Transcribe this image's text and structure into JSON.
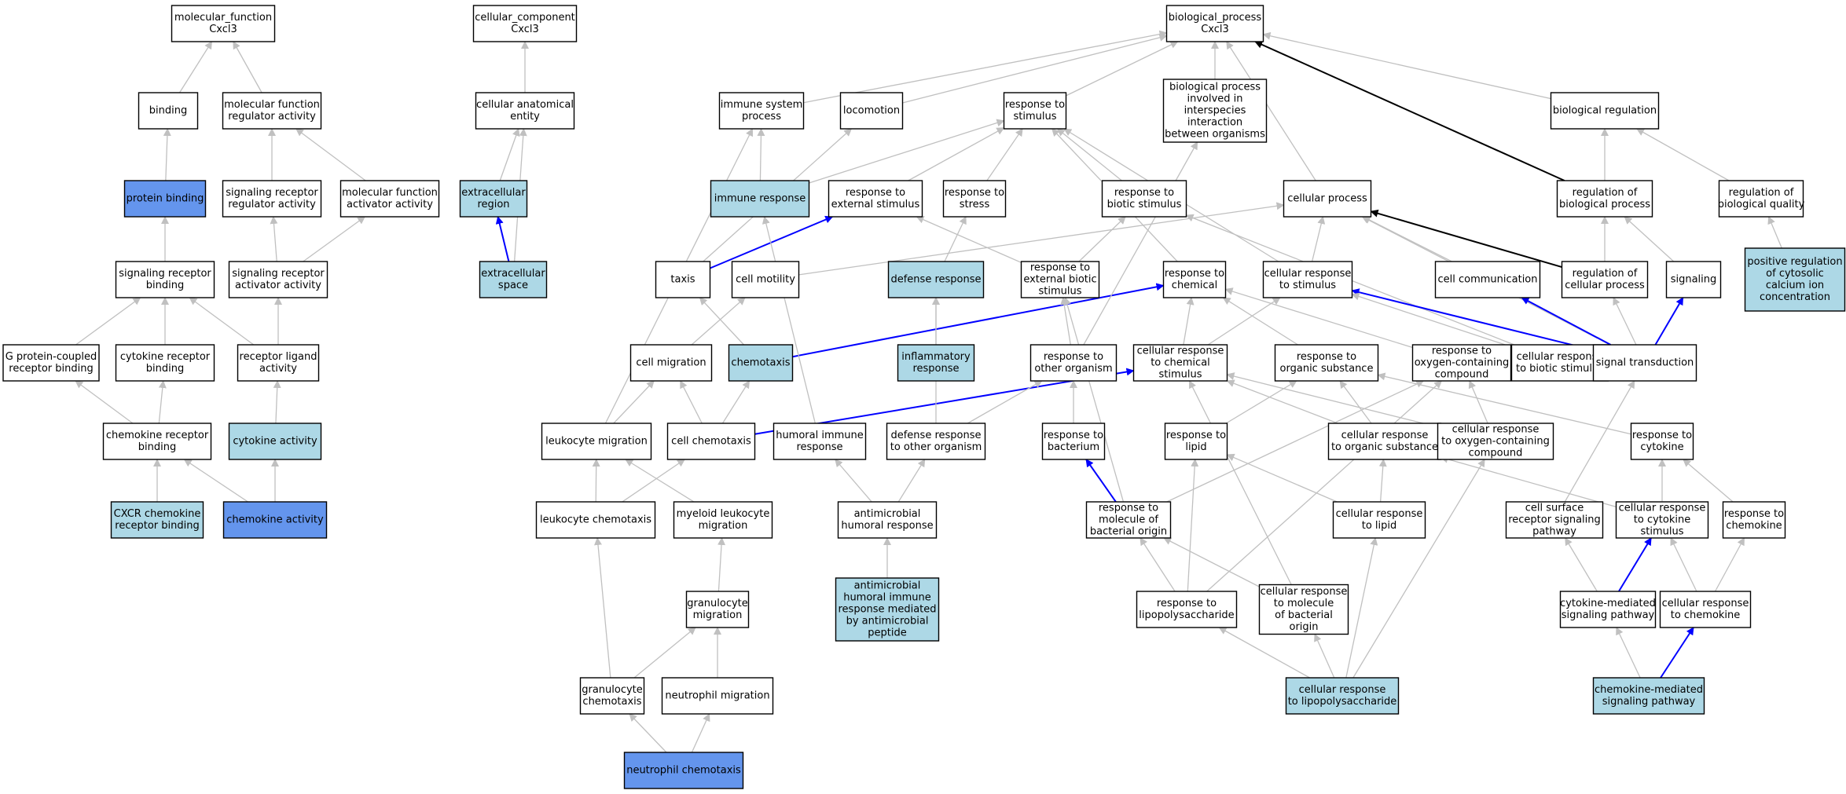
{
  "colors": {
    "plain": "#ffffff",
    "light": "#add8e6",
    "dark": "#6495ed",
    "edge_gray": "#c0c0c0",
    "edge_blue": "#0000ff",
    "edge_black": "#000000"
  },
  "nodes": {
    "mf": {
      "lines": [
        "molecular_function",
        "Cxcl3"
      ],
      "fill": "plain"
    },
    "cc": {
      "lines": [
        "cellular_component",
        "Cxcl3"
      ],
      "fill": "plain"
    },
    "bp": {
      "lines": [
        "biological_process",
        "Cxcl3"
      ],
      "fill": "plain"
    },
    "binding": {
      "lines": [
        "binding"
      ],
      "fill": "plain"
    },
    "mfra": {
      "lines": [
        "molecular function",
        "regulator activity"
      ],
      "fill": "plain"
    },
    "cae": {
      "lines": [
        "cellular anatomical",
        "entity"
      ],
      "fill": "plain"
    },
    "isp": {
      "lines": [
        "immune system",
        "process"
      ],
      "fill": "plain"
    },
    "loco": {
      "lines": [
        "locomotion"
      ],
      "fill": "plain"
    },
    "rts": {
      "lines": [
        "response to",
        "stimulus"
      ],
      "fill": "plain"
    },
    "bpii": {
      "lines": [
        "biological process",
        "involved in",
        "interspecies",
        "interaction",
        "between organisms"
      ],
      "fill": "plain"
    },
    "breg": {
      "lines": [
        "biological regulation"
      ],
      "fill": "plain"
    },
    "pb": {
      "lines": [
        "protein binding"
      ],
      "fill": "dark"
    },
    "srra": {
      "lines": [
        "signaling receptor",
        "regulator activity"
      ],
      "fill": "plain"
    },
    "mfaa": {
      "lines": [
        "molecular function",
        "activator activity"
      ],
      "fill": "plain"
    },
    "exr": {
      "lines": [
        "extracellular",
        "region"
      ],
      "fill": "light"
    },
    "ir": {
      "lines": [
        "immune response"
      ],
      "fill": "light"
    },
    "rtes": {
      "lines": [
        "response to",
        "external stimulus"
      ],
      "fill": "plain"
    },
    "rtstr": {
      "lines": [
        "response to",
        "stress"
      ],
      "fill": "plain"
    },
    "rtbs": {
      "lines": [
        "response to",
        "biotic stimulus"
      ],
      "fill": "plain"
    },
    "cp": {
      "lines": [
        "cellular process"
      ],
      "fill": "plain"
    },
    "rbp": {
      "lines": [
        "regulation of",
        "biological process"
      ],
      "fill": "plain"
    },
    "rbq": {
      "lines": [
        "regulation of",
        "biological quality"
      ],
      "fill": "plain"
    },
    "srb": {
      "lines": [
        "signaling receptor",
        "binding"
      ],
      "fill": "plain"
    },
    "sraa": {
      "lines": [
        "signaling receptor",
        "activator activity"
      ],
      "fill": "plain"
    },
    "exs": {
      "lines": [
        "extracellular",
        "space"
      ],
      "fill": "light"
    },
    "taxis": {
      "lines": [
        "taxis"
      ],
      "fill": "plain"
    },
    "cm": {
      "lines": [
        "cell motility"
      ],
      "fill": "plain"
    },
    "dr": {
      "lines": [
        "defense response"
      ],
      "fill": "light"
    },
    "rtebs": {
      "lines": [
        "response to",
        "external biotic",
        "stimulus"
      ],
      "fill": "plain"
    },
    "rtc": {
      "lines": [
        "response to",
        "chemical"
      ],
      "fill": "plain"
    },
    "crts": {
      "lines": [
        "cellular response",
        "to stimulus"
      ],
      "fill": "plain"
    },
    "cc2": {
      "lines": [
        "cell communication"
      ],
      "fill": "plain"
    },
    "rcp": {
      "lines": [
        "regulation of",
        "cellular process"
      ],
      "fill": "plain"
    },
    "sig": {
      "lines": [
        "signaling"
      ],
      "fill": "plain"
    },
    "prcc": {
      "lines": [
        "positive regulation",
        "of cytosolic",
        "calcium ion",
        "concentration"
      ],
      "fill": "light"
    },
    "gpcrb": {
      "lines": [
        "G protein-coupled",
        "receptor binding"
      ],
      "fill": "plain"
    },
    "crb": {
      "lines": [
        "cytokine receptor",
        "binding"
      ],
      "fill": "plain"
    },
    "rla": {
      "lines": [
        "receptor ligand",
        "activity"
      ],
      "fill": "plain"
    },
    "cmig": {
      "lines": [
        "cell migration"
      ],
      "fill": "plain"
    },
    "chemo": {
      "lines": [
        "chemotaxis"
      ],
      "fill": "light"
    },
    "inf": {
      "lines": [
        "inflammatory",
        "response"
      ],
      "fill": "light"
    },
    "rtoo": {
      "lines": [
        "response to",
        "other organism"
      ],
      "fill": "plain"
    },
    "crcs": {
      "lines": [
        "cellular response",
        "to chemical",
        "stimulus"
      ],
      "fill": "plain"
    },
    "rtos": {
      "lines": [
        "response to",
        "organic substance"
      ],
      "fill": "plain"
    },
    "rtocc": {
      "lines": [
        "response to",
        "oxygen-containing",
        "compound"
      ],
      "fill": "plain"
    },
    "crbs": {
      "lines": [
        "cellular response",
        "to biotic stimulus"
      ],
      "fill": "plain"
    },
    "st": {
      "lines": [
        "signal transduction"
      ],
      "fill": "plain"
    },
    "ckrb": {
      "lines": [
        "chemokine receptor",
        "binding"
      ],
      "fill": "plain"
    },
    "cyta": {
      "lines": [
        "cytokine activity"
      ],
      "fill": "light"
    },
    "lm": {
      "lines": [
        "leukocyte migration"
      ],
      "fill": "plain"
    },
    "cct": {
      "lines": [
        "cell chemotaxis"
      ],
      "fill": "plain"
    },
    "hir": {
      "lines": [
        "humoral immune",
        "response"
      ],
      "fill": "plain"
    },
    "drtoo": {
      "lines": [
        "defense response",
        "to other organism"
      ],
      "fill": "plain"
    },
    "rtb": {
      "lines": [
        "response to",
        "bacterium"
      ],
      "fill": "plain"
    },
    "rtl": {
      "lines": [
        "response to",
        "lipid"
      ],
      "fill": "plain"
    },
    "crtos": {
      "lines": [
        "cellular response",
        "to organic substance"
      ],
      "fill": "plain"
    },
    "crocc": {
      "lines": [
        "cellular response",
        "to oxygen-containing",
        "compound"
      ],
      "fill": "plain"
    },
    "rtcyt": {
      "lines": [
        "response to",
        "cytokine"
      ],
      "fill": "plain"
    },
    "cxcrb": {
      "lines": [
        "CXCR chemokine",
        "receptor binding"
      ],
      "fill": "light"
    },
    "cka": {
      "lines": [
        "chemokine activity"
      ],
      "fill": "dark"
    },
    "lct": {
      "lines": [
        "leukocyte chemotaxis"
      ],
      "fill": "plain"
    },
    "mlm": {
      "lines": [
        "myeloid leukocyte",
        "migration"
      ],
      "fill": "plain"
    },
    "ahr": {
      "lines": [
        "antimicrobial",
        "humoral response"
      ],
      "fill": "plain"
    },
    "rtmbo": {
      "lines": [
        "response to",
        "molecule of",
        "bacterial origin"
      ],
      "fill": "plain"
    },
    "crtl": {
      "lines": [
        "cellular response",
        "to lipid"
      ],
      "fill": "plain"
    },
    "csrsp": {
      "lines": [
        "cell surface",
        "receptor signaling",
        "pathway"
      ],
      "fill": "plain"
    },
    "crtcs": {
      "lines": [
        "cellular response",
        "to cytokine",
        "stimulus"
      ],
      "fill": "plain"
    },
    "rtchk": {
      "lines": [
        "response to",
        "chemokine"
      ],
      "fill": "plain"
    },
    "gm": {
      "lines": [
        "granulocyte",
        "migration"
      ],
      "fill": "plain"
    },
    "ahrmap": {
      "lines": [
        "antimicrobial",
        "humoral immune",
        "response mediated",
        "by antimicrobial",
        "peptide"
      ],
      "fill": "light"
    },
    "rtlps": {
      "lines": [
        "response to",
        "lipopolysaccharide"
      ],
      "fill": "plain"
    },
    "crtmbo": {
      "lines": [
        "cellular response",
        "to molecule",
        "of bacterial",
        "origin"
      ],
      "fill": "plain"
    },
    "cmsp": {
      "lines": [
        "cytokine-mediated",
        "signaling pathway"
      ],
      "fill": "plain"
    },
    "crtchk": {
      "lines": [
        "cellular response",
        "to chemokine"
      ],
      "fill": "plain"
    },
    "gct": {
      "lines": [
        "granulocyte",
        "chemotaxis"
      ],
      "fill": "plain"
    },
    "nm": {
      "lines": [
        "neutrophil migration"
      ],
      "fill": "plain"
    },
    "crtlps": {
      "lines": [
        "cellular response",
        "to lipopolysaccharide"
      ],
      "fill": "light"
    },
    "chmsp": {
      "lines": [
        "chemokine-mediated",
        "signaling pathway"
      ],
      "fill": "light"
    },
    "nct": {
      "lines": [
        "neutrophil chemotaxis"
      ],
      "fill": "dark"
    }
  },
  "edges": [
    [
      "binding",
      "mf",
      "gray"
    ],
    [
      "mfra",
      "mf",
      "gray"
    ],
    [
      "pb",
      "binding",
      "gray"
    ],
    [
      "srra",
      "mfra",
      "gray"
    ],
    [
      "mfaa",
      "mfra",
      "gray"
    ],
    [
      "srb",
      "pb",
      "gray"
    ],
    [
      "sraa",
      "srra",
      "gray"
    ],
    [
      "sraa",
      "mfaa",
      "gray"
    ],
    [
      "gpcrb",
      "srb",
      "gray"
    ],
    [
      "crb",
      "srb",
      "gray"
    ],
    [
      "rla",
      "srb",
      "gray"
    ],
    [
      "rla",
      "sraa",
      "gray"
    ],
    [
      "ckrb",
      "gpcrb",
      "gray"
    ],
    [
      "ckrb",
      "crb",
      "gray"
    ],
    [
      "cyta",
      "rla",
      "gray"
    ],
    [
      "cxcrb",
      "ckrb",
      "gray"
    ],
    [
      "cka",
      "ckrb",
      "gray"
    ],
    [
      "cka",
      "cyta",
      "gray"
    ],
    [
      "cae",
      "cc",
      "gray"
    ],
    [
      "exr",
      "cae",
      "gray"
    ],
    [
      "exs",
      "cae",
      "gray"
    ],
    [
      "exs",
      "exr",
      "blue"
    ],
    [
      "isp",
      "bp",
      "gray"
    ],
    [
      "loco",
      "bp",
      "gray"
    ],
    [
      "rts",
      "bp",
      "gray"
    ],
    [
      "bpii",
      "bp",
      "gray"
    ],
    [
      "cp",
      "bp",
      "gray"
    ],
    [
      "breg",
      "bp",
      "gray"
    ],
    [
      "rbp",
      "bp",
      "black"
    ],
    [
      "ir",
      "isp",
      "gray"
    ],
    [
      "ir",
      "rts",
      "gray"
    ],
    [
      "rtes",
      "rts",
      "gray"
    ],
    [
      "rtstr",
      "rts",
      "gray"
    ],
    [
      "rtbs",
      "rts",
      "gray"
    ],
    [
      "rtc",
      "rts",
      "gray"
    ],
    [
      "crts",
      "rts",
      "gray"
    ],
    [
      "rbp",
      "breg",
      "gray"
    ],
    [
      "rbq",
      "breg",
      "gray"
    ],
    [
      "rcp",
      "cp",
      "black"
    ],
    [
      "rcp",
      "rbp",
      "gray"
    ],
    [
      "sig",
      "rbp",
      "gray"
    ],
    [
      "cc2",
      "cp",
      "gray"
    ],
    [
      "crts",
      "cp",
      "gray"
    ],
    [
      "st",
      "cp",
      "gray"
    ],
    [
      "cm",
      "cp",
      "gray"
    ],
    [
      "prcc",
      "rbq",
      "gray"
    ],
    [
      "taxis",
      "loco",
      "gray"
    ],
    [
      "taxis",
      "rtes",
      "blue"
    ],
    [
      "rtebs",
      "rtes",
      "gray"
    ],
    [
      "rtebs",
      "rtbs",
      "gray"
    ],
    [
      "dr",
      "rtstr",
      "gray"
    ],
    [
      "crbs",
      "rtbs",
      "gray"
    ],
    [
      "st",
      "cc2",
      "blue"
    ],
    [
      "st",
      "rcp",
      "gray"
    ],
    [
      "st",
      "sig",
      "blue"
    ],
    [
      "st",
      "crts",
      "blue"
    ],
    [
      "chemo",
      "taxis",
      "gray"
    ],
    [
      "chemo",
      "rtc",
      "blue"
    ],
    [
      "cmig",
      "cm",
      "gray"
    ],
    [
      "inf",
      "dr",
      "gray"
    ],
    [
      "rtoo",
      "rtebs",
      "gray"
    ],
    [
      "rtoo",
      "bpii",
      "gray"
    ],
    [
      "crcs",
      "rtc",
      "gray"
    ],
    [
      "crcs",
      "crts",
      "gray"
    ],
    [
      "rtos",
      "rtc",
      "gray"
    ],
    [
      "rtocc",
      "rtc",
      "gray"
    ],
    [
      "crbs",
      "crts",
      "gray"
    ],
    [
      "lm",
      "isp",
      "gray"
    ],
    [
      "lm",
      "cmig",
      "gray"
    ],
    [
      "cct",
      "cmig",
      "gray"
    ],
    [
      "cct",
      "chemo",
      "gray"
    ],
    [
      "cct",
      "crcs",
      "blue"
    ],
    [
      "hir",
      "ir",
      "gray"
    ],
    [
      "drtoo",
      "dr",
      "gray"
    ],
    [
      "drtoo",
      "rtoo",
      "gray"
    ],
    [
      "rtb",
      "rtoo",
      "gray"
    ],
    [
      "rtl",
      "rtos",
      "gray"
    ],
    [
      "crtos",
      "crcs",
      "gray"
    ],
    [
      "crtos",
      "rtos",
      "gray"
    ],
    [
      "crocc",
      "crcs",
      "gray"
    ],
    [
      "crocc",
      "rtocc",
      "gray"
    ],
    [
      "rtcyt",
      "rtos",
      "gray"
    ],
    [
      "lct",
      "lm",
      "gray"
    ],
    [
      "lct",
      "cct",
      "gray"
    ],
    [
      "mlm",
      "lm",
      "gray"
    ],
    [
      "ahr",
      "hir",
      "gray"
    ],
    [
      "ahr",
      "drtoo",
      "gray"
    ],
    [
      "rtmbo",
      "rtb",
      "blue"
    ],
    [
      "rtmbo",
      "rtebs",
      "gray"
    ],
    [
      "rtmbo",
      "rtocc",
      "gray"
    ],
    [
      "crtl",
      "rtl",
      "gray"
    ],
    [
      "crtl",
      "crtos",
      "gray"
    ],
    [
      "csrsp",
      "st",
      "gray"
    ],
    [
      "crtcs",
      "rtcyt",
      "gray"
    ],
    [
      "crtcs",
      "crtos",
      "gray"
    ],
    [
      "rtchk",
      "rtcyt",
      "gray"
    ],
    [
      "gm",
      "mlm",
      "gray"
    ],
    [
      "ahrmap",
      "ahr",
      "gray"
    ],
    [
      "rtlps",
      "rtmbo",
      "gray"
    ],
    [
      "rtlps",
      "rtl",
      "gray"
    ],
    [
      "rtlps",
      "rtocc",
      "gray"
    ],
    [
      "crtmbo",
      "rtmbo",
      "gray"
    ],
    [
      "crtmbo",
      "crcs",
      "gray"
    ],
    [
      "cmsp",
      "csrsp",
      "gray"
    ],
    [
      "cmsp",
      "crtcs",
      "blue"
    ],
    [
      "crtchk",
      "crtcs",
      "gray"
    ],
    [
      "crtchk",
      "rtchk",
      "gray"
    ],
    [
      "gct",
      "lct",
      "gray"
    ],
    [
      "gct",
      "gm",
      "gray"
    ],
    [
      "nm",
      "gm",
      "gray"
    ],
    [
      "crtlps",
      "rtlps",
      "gray"
    ],
    [
      "crtlps",
      "crtmbo",
      "gray"
    ],
    [
      "crtlps",
      "crtl",
      "gray"
    ],
    [
      "crtlps",
      "crocc",
      "gray"
    ],
    [
      "chmsp",
      "cmsp",
      "gray"
    ],
    [
      "chmsp",
      "crtchk",
      "blue"
    ],
    [
      "nct",
      "gct",
      "gray"
    ],
    [
      "nct",
      "nm",
      "gray"
    ]
  ]
}
